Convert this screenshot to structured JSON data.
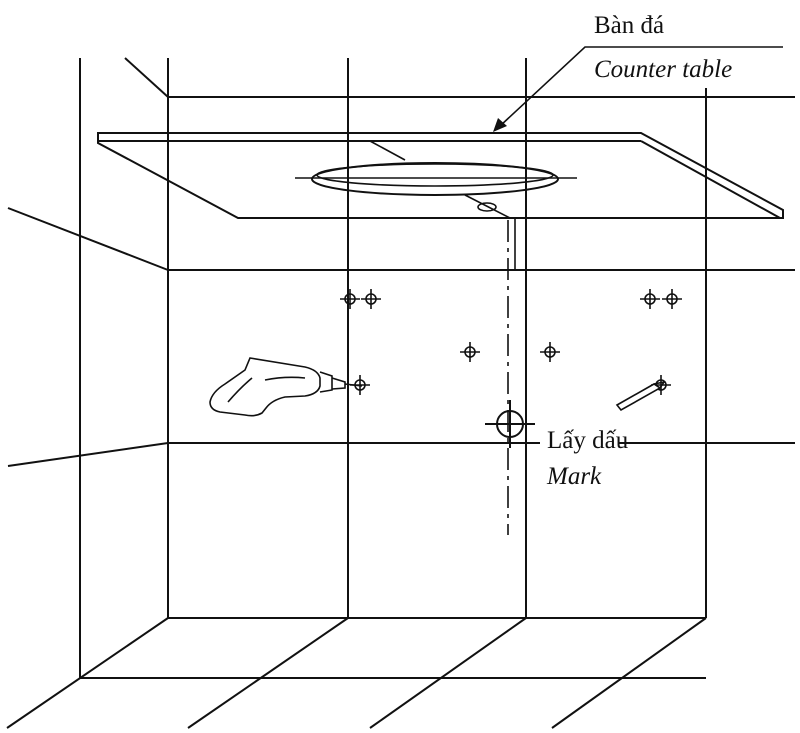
{
  "labels": {
    "counter_vi": "Bàn đá",
    "counter_en": "Counter table",
    "mark_vi": "Lấy dấu",
    "mark_en": "Mark"
  },
  "colors": {
    "line": "#111111",
    "background": "#ffffff"
  }
}
